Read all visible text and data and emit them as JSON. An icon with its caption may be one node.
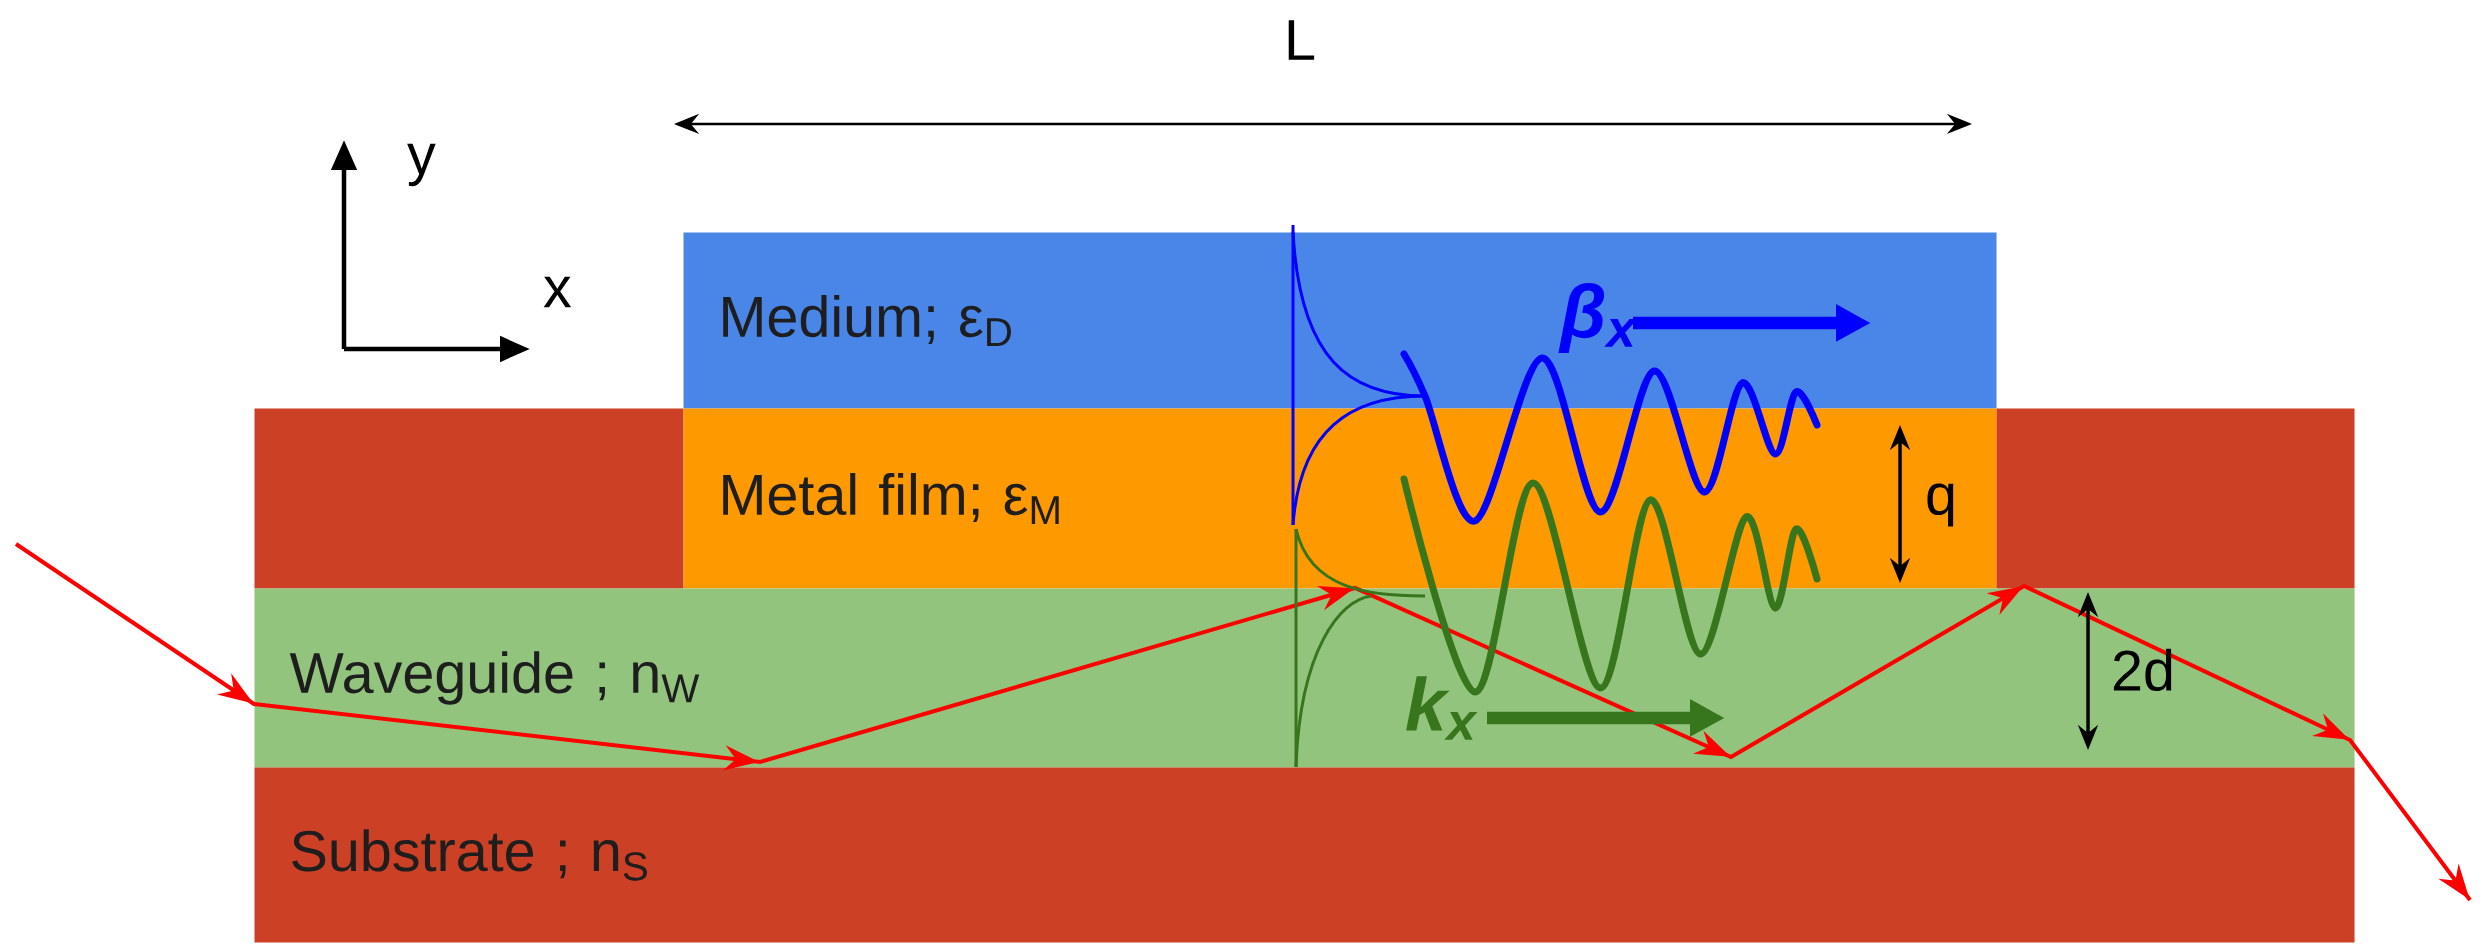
{
  "diagram": {
    "nodes": [
      {
        "text": [
          "Medium; ε$_{D}$"
        ]
      },
      {
        "text": [],
        "shape": "box"
      },
      {
        "text": [
          "Metal film; ε$_{M}$"
        ]
      },
      {
        "text": [],
        "shape": "box"
      },
      {
        "text": [
          "Waveguide ; n$_{W}$"
        ]
      },
      {
        "text": [
          "Substrate ; n$_{S}$"
        ]
      }
    ],
    "labels": [
      "L",
      "y",
      "x",
      "β$_{x}$",
      "q",
      "k$_{x}$",
      "2d"
    ]
  }
}
